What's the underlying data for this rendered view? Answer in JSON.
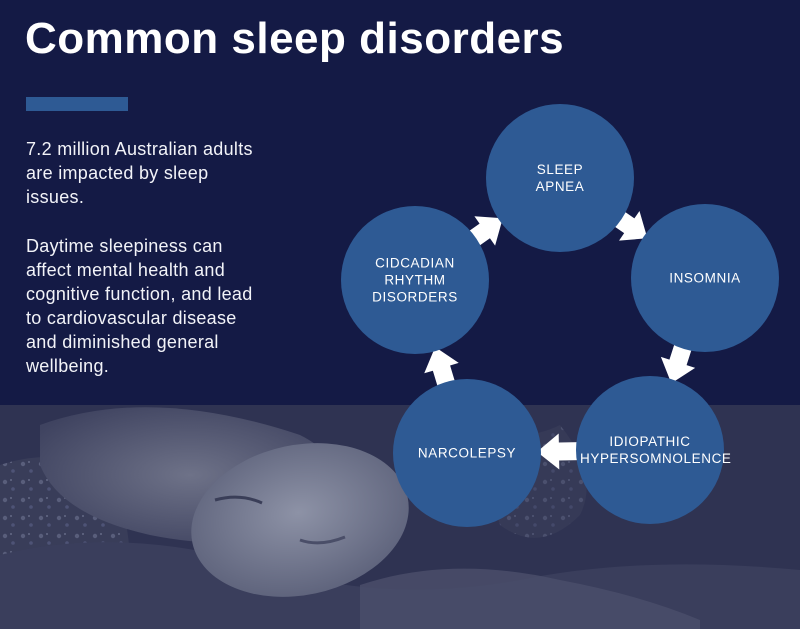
{
  "title": "Common sleep disorders",
  "intro": {
    "paragraph_1": "7.2 million Australian adults are impacted by sleep issues.",
    "paragraph_2": "Daytime sleepiness can affect mental health and cognitive function, and lead to cardiovascular disease and diminished general wellbeing."
  },
  "cycle": {
    "nodes": [
      {
        "id": "sleep-apnea",
        "label_lines": [
          "SLEEP",
          "APNEA"
        ]
      },
      {
        "id": "insomnia",
        "label_lines": [
          "INSOMNIA"
        ]
      },
      {
        "id": "idiopathic-hypersomnolence",
        "label_lines": [
          "IDIOPATHIC",
          "HYPERSOMNOLENCE"
        ]
      },
      {
        "id": "narcolepsy",
        "label_lines": [
          "NARCOLEPSY"
        ]
      },
      {
        "id": "circadian-rhythm-disorders",
        "label_lines": [
          "CIDCADIAN",
          "RHYTHM",
          "DISORDERS"
        ]
      }
    ],
    "colors": {
      "node_fill": "#2e5a94",
      "arrow_fill": "#ffffff"
    }
  },
  "colors": {
    "background": "#141a45",
    "accent": "#2e5a94",
    "text": "#ffffff"
  }
}
